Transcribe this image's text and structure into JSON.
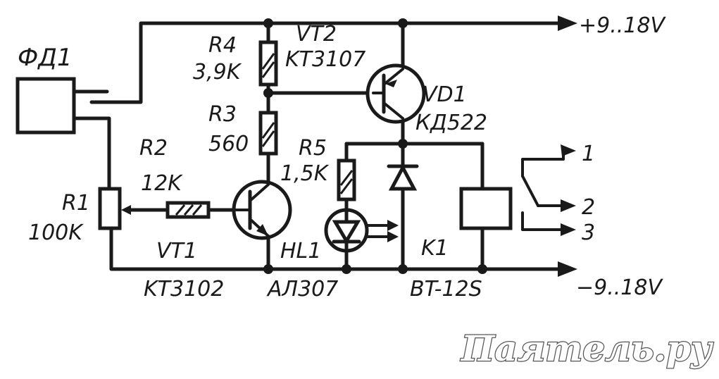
{
  "components": {
    "photodiode": {
      "designator": "ФД1"
    },
    "r1": {
      "designator": "R1",
      "value": "100K"
    },
    "r2": {
      "designator": "R2",
      "value": "12K"
    },
    "r3": {
      "designator": "R3",
      "value": "560"
    },
    "r4": {
      "designator": "R4",
      "value": "3,9K"
    },
    "r5": {
      "designator": "R5",
      "value": "1,5K"
    },
    "vt1": {
      "designator": "VT1",
      "part": "KT3102"
    },
    "vt2": {
      "designator": "VT2",
      "part": "KT3107"
    },
    "vd1": {
      "designator": "VD1",
      "part": "КД522"
    },
    "hl1": {
      "designator": "HL1",
      "part": "АЛ307"
    },
    "k1": {
      "designator": "K1",
      "part": "BT-12S"
    }
  },
  "rails": {
    "positive": "+9..18V",
    "negative": "−9..18V"
  },
  "relay_contacts": [
    "1",
    "2",
    "3"
  ],
  "watermark": "Паятель.ру"
}
